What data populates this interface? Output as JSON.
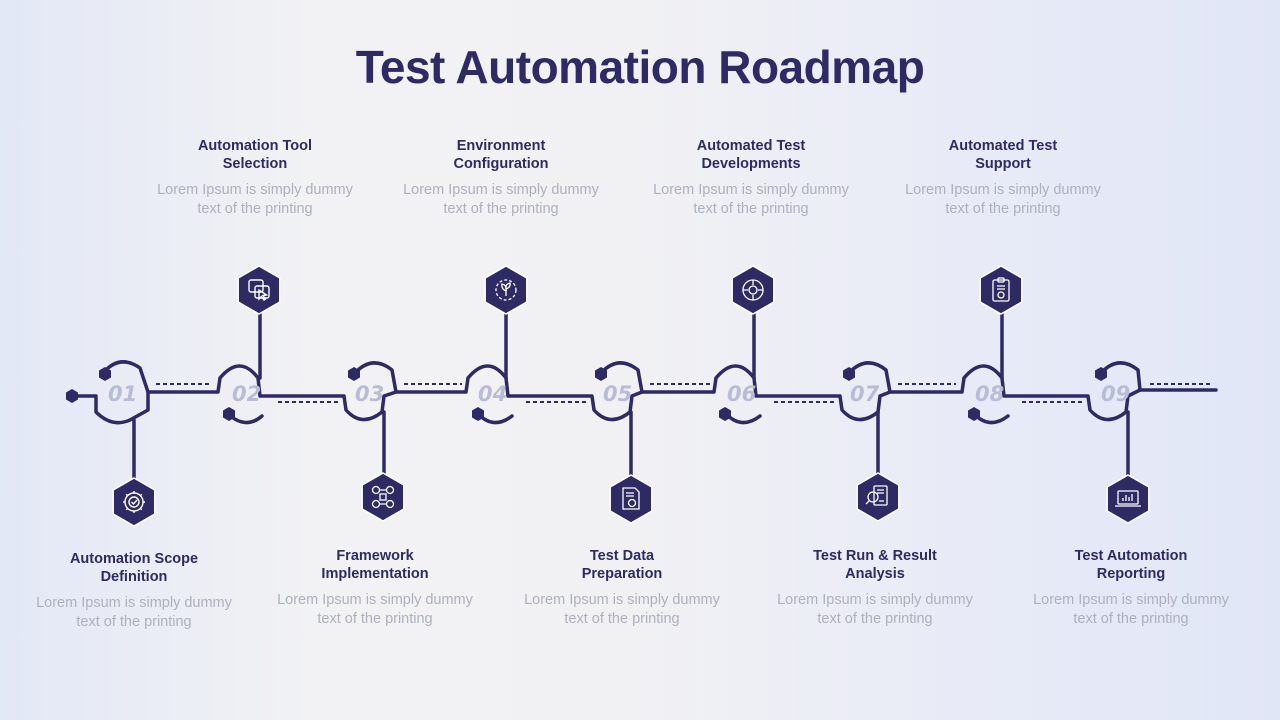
{
  "title": "Test Automation Roadmap",
  "colors": {
    "primary": "#2e2a63",
    "muted_text": "#aeb0bd",
    "number": "#b9bcd6"
  },
  "steps": [
    {
      "number": "01",
      "title": "Automation Scope Definition",
      "description": "Lorem Ipsum is simply dummy text of the printing",
      "icon": "gear-check-icon"
    },
    {
      "number": "02",
      "title": "Automation Tool Selection",
      "description": "Lorem Ipsum is simply dummy text of the printing",
      "icon": "select-cursor-icon"
    },
    {
      "number": "03",
      "title": "Framework Implementation",
      "description": "Lorem Ipsum is simply dummy text of the printing",
      "icon": "framework-nodes-icon"
    },
    {
      "number": "04",
      "title": "Environment Configuration",
      "description": "Lorem Ipsum is simply dummy text of the printing",
      "icon": "leaf-gear-icon"
    },
    {
      "number": "05",
      "title": "Test Data Preparation",
      "description": "Lorem Ipsum is simply dummy text of the printing",
      "icon": "document-gear-icon"
    },
    {
      "number": "06",
      "title": "Automated Test Developments",
      "description": "Lorem Ipsum is simply dummy text of the printing",
      "icon": "target-arrows-icon"
    },
    {
      "number": "07",
      "title": "Test Run & Result Analysis",
      "description": "Lorem Ipsum is simply dummy text of the printing",
      "icon": "magnifier-report-icon"
    },
    {
      "number": "08",
      "title": "Automated Test Support",
      "description": "Lorem Ipsum is simply dummy text of the printing",
      "icon": "clipboard-gear-icon"
    },
    {
      "number": "09",
      "title": "Test Automation Reporting",
      "description": "Lorem Ipsum is simply dummy text of the printing",
      "icon": "laptop-chart-icon"
    }
  ]
}
